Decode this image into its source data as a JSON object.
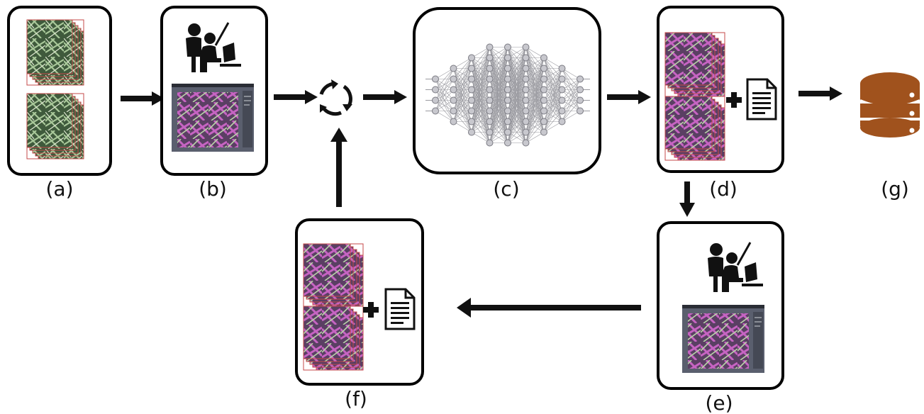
{
  "labels": {
    "a": "(a)",
    "b": "(b)",
    "c": "(c)",
    "d": "(d)",
    "e": "(e)",
    "f": "(f)",
    "g": "(g)"
  },
  "icons": {
    "annotator": "person-at-computer-icon",
    "cycle": "refresh-cycle-icon",
    "network": "neural-network-icon",
    "document": "document-icon",
    "plus": "plus-icon",
    "database": "database-icon"
  },
  "colors": {
    "outline": "#000000",
    "image_green": "#4e6a44",
    "image_pink": "#9a4b8e",
    "database_brown": "#a0521d",
    "network_gray": "#9a9aa0",
    "app_window": "#5a5f6e"
  }
}
